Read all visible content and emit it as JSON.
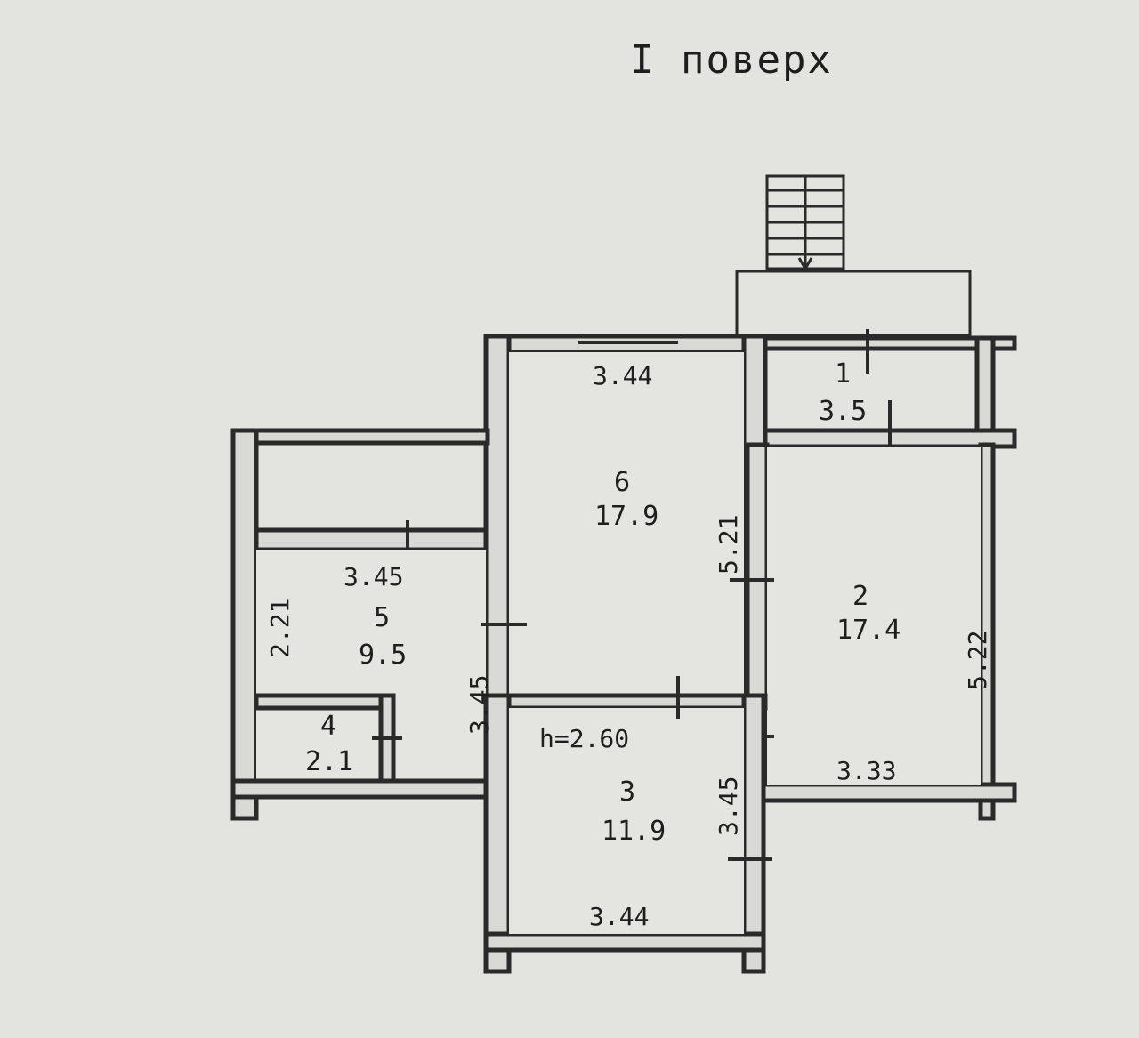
{
  "title": "I поверх",
  "rooms": {
    "r1": {
      "number": "1",
      "area": "3.5"
    },
    "r2": {
      "number": "2",
      "area": "17.4"
    },
    "r3": {
      "number": "3",
      "area": "11.9"
    },
    "r4": {
      "number": "4",
      "area": "2.1"
    },
    "r5": {
      "number": "5",
      "area": "9.5"
    },
    "r6": {
      "number": "6",
      "area": "17.9"
    }
  },
  "dimensions": {
    "r6_top": "3.44",
    "r6_right": "5.21",
    "r5_top": "3.45",
    "r5_left": "2.21",
    "r5_right": "3.45",
    "r3_right": "3.45",
    "r3_bottom": "3.44",
    "r2_right": "5.22",
    "r2_bottom": "3.33"
  },
  "ceiling_height": "h=2.60"
}
